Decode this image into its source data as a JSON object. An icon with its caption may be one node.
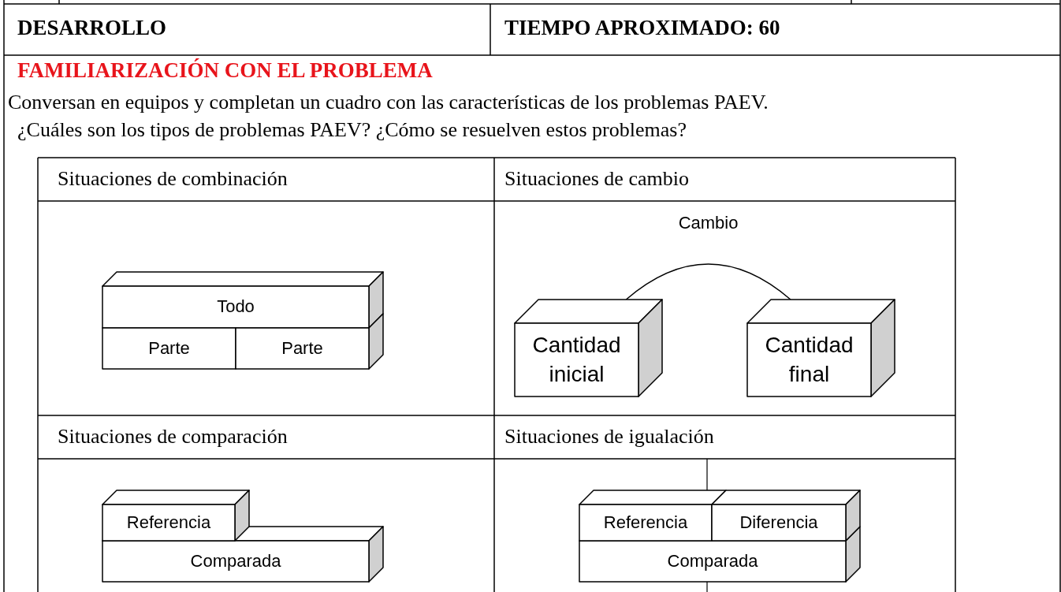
{
  "diagram": {
    "nodes": [
      {
        "text": [
          "Todo"
        ]
      },
      {
        "text": [
          "Parte"
        ]
      },
      {
        "text": [
          "Parte"
        ]
      },
      {
        "text": [
          "Cantidad inicial"
        ]
      },
      {
        "text": [
          "Cantidad final"
        ]
      },
      {
        "text": [
          "Referencia"
        ]
      },
      {
        "text": [
          "Comparada"
        ]
      },
      {
        "text": [
          "Referencia"
        ]
      },
      {
        "text": [
          "Diferencia"
        ]
      },
      {
        "text": [
          "Comparada"
        ]
      }
    ],
    "edges": [
      {
        "from": 3,
        "to": 4,
        "arrow": "none",
        "label": "Cambio"
      }
    ],
    "labels": [
      "DESARROLLO",
      "TIEMPO APROXIMADO: 60",
      "FAMILIARIZACIÓN CON EL PROBLEMA",
      "Conversan en equipos y completan un cuadro con las características de los problemas PAEV.",
      "¿Cuáles son los tipos de problemas PAEV? ¿Cómo se resuelven estos problemas?",
      "Situaciones de combinación",
      "Situaciones de cambio",
      "Situaciones de comparación",
      "Situaciones de igualación"
    ]
  }
}
